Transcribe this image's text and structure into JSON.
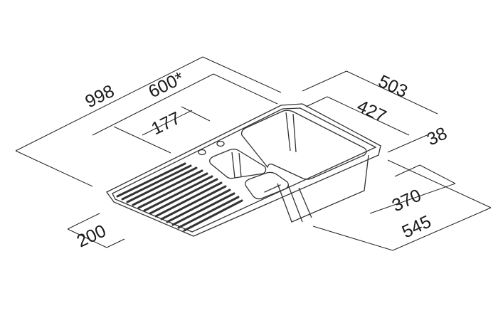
{
  "dimensions": {
    "overall_length": "998",
    "bowl_opening": "600*",
    "tap_hole_offset": "177",
    "overall_depth": "503",
    "bowl_depth_inner": "427",
    "rim_offset": "38",
    "bowl_width": "370",
    "overall_width": "545",
    "bowl_height": "200"
  }
}
